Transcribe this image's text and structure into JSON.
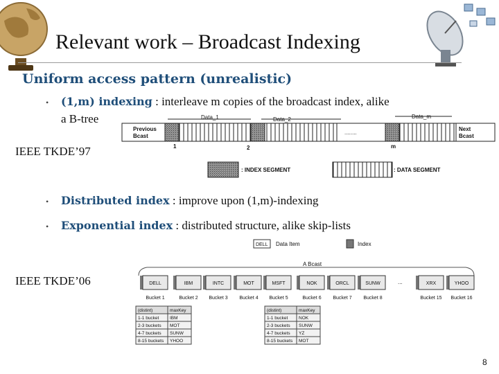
{
  "slide": {
    "title": "Relevant work – Broadcast Indexing",
    "subtitle": "Uniform access pattern (unrealistic)",
    "bullets": [
      {
        "term": "(1,m) indexing",
        "text": " : interleave m copies of the broadcast index, alike",
        "cont": "a B-tree"
      },
      {
        "term": "Distributed index",
        "text": " : improve upon (1,m)-indexing"
      },
      {
        "term": "Exponential index",
        "text": " : distributed structure, alike skip-lists"
      }
    ],
    "cite1": "IEEE TKDE’97",
    "cite2": "IEEE TKDE’06",
    "page_number": "8",
    "colors": {
      "accent": "#1f4e79",
      "text": "#111111"
    },
    "icons": {
      "bullet": "bullet-dot-icon",
      "globe": "globe-icon",
      "satellite": "satellite-dish-icon"
    }
  },
  "fig1": {
    "previous": "Previous\nBcast",
    "next": "Next\nBcast",
    "data_labels": [
      "Data_1",
      "Data_2",
      "Data_m"
    ],
    "ellipsis": "........",
    "index_numbers": [
      "1",
      "2",
      "m"
    ],
    "legend_index": ": INDEX   SEGMENT",
    "legend_data": ":   DATA   SEGMENT"
  },
  "fig2": {
    "legend_data_key": "DELL",
    "legend_data_item": "Data Item",
    "legend_index": "Index",
    "a_bcast": "A Bcast",
    "cells": [
      "DELL",
      "IBM",
      "INTC",
      "MOT",
      "MSFT",
      "NOK",
      "ORCL",
      "SUNW",
      "XRX",
      "YHOO"
    ],
    "buckets": [
      "Bucket 1",
      "Bucket 2",
      "Bucket 3",
      "Bucket 4",
      "Bucket 5",
      "Bucket 6",
      "Bucket 7",
      "Bucket 8",
      "Bucket 15",
      "Bucket 16"
    ],
    "ellipsis": "...",
    "table_headers": [
      "(distint)",
      "maxKey"
    ],
    "table1": [
      [
        "1-1 bucket",
        "IBM"
      ],
      [
        "2-3 buckets",
        "MOT"
      ],
      [
        "4-7 buckets",
        "SUNW"
      ],
      [
        "8-15 buckets",
        "YHOO"
      ]
    ],
    "table2": [
      [
        "1-1 bucket",
        "NOK"
      ],
      [
        "2-3 buckets",
        "SUNW"
      ],
      [
        "4-7 buckets",
        "YZ"
      ],
      [
        "8-15 buckets",
        "MOT"
      ]
    ]
  }
}
